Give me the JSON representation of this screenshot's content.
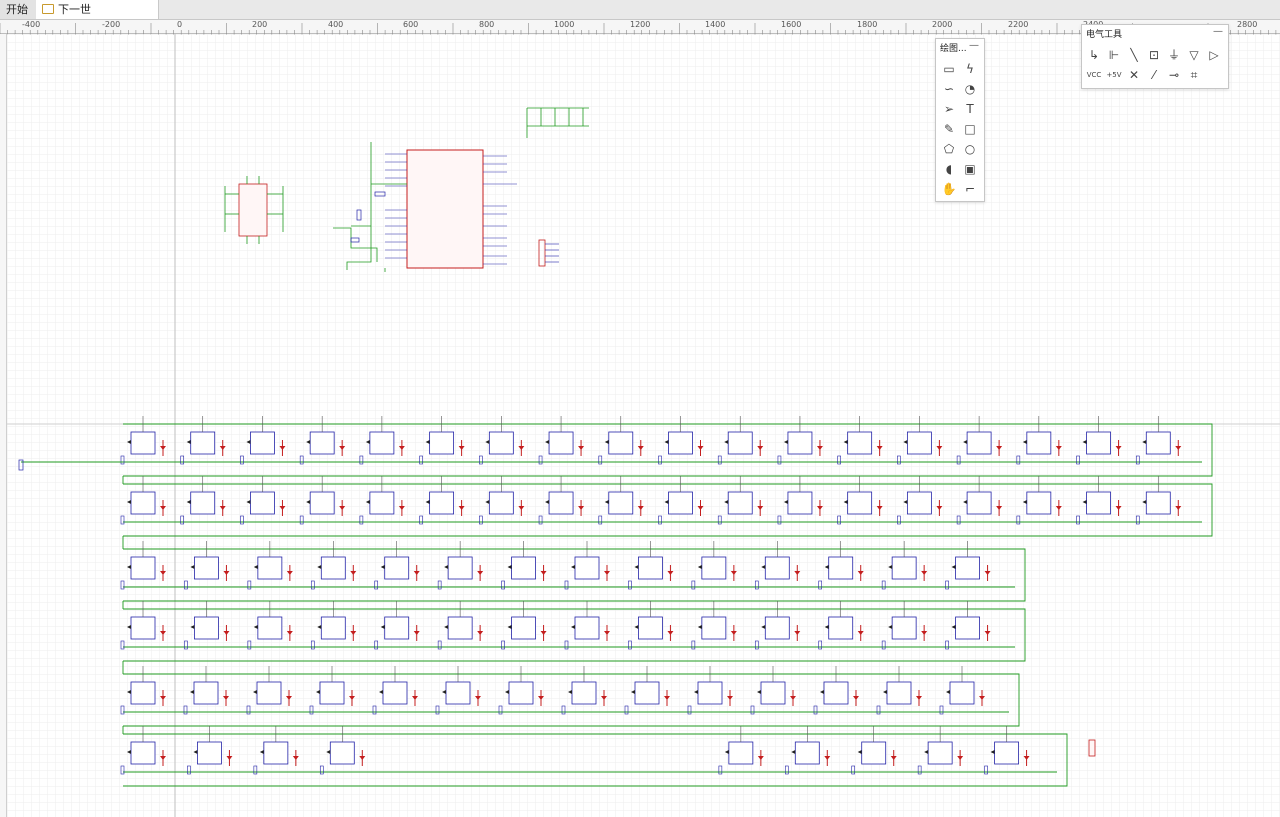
{
  "tabs": [
    {
      "label": "开始",
      "active": false
    },
    {
      "label": "下一世",
      "active": true
    }
  ],
  "ruler": {
    "labels": [
      "-400",
      "-200",
      "0",
      "200",
      "400",
      "600",
      "800",
      "1000",
      "1200",
      "1400",
      "1600",
      "1800",
      "2000",
      "2200",
      "2400",
      "2800"
    ]
  },
  "draw_panel": {
    "title": "绘图...",
    "minimize": "—",
    "tools": [
      "矩形框",
      "连接线",
      "曲线",
      "弧线",
      "箭头",
      "文本",
      "画笔",
      "矩形",
      "多边形",
      "圆形",
      "饼形",
      "图片",
      "拖动",
      "直角线"
    ]
  },
  "elec_panel": {
    "title": "电气工具",
    "minimize": "—",
    "tools": [
      "导线",
      "总线",
      "总线分支",
      "网络标签",
      "接地",
      "电源",
      "连接器",
      "VCC",
      "+5V",
      "非连接标识",
      "探针",
      "引脚",
      "区域框"
    ],
    "labels": {
      "vcc": "VCC",
      "p5v": "+5V"
    }
  },
  "colors": {
    "wire": "#1f9a1f",
    "part": "#2424a8",
    "pin": "#c41e1e",
    "grid": "#eeeeee"
  }
}
